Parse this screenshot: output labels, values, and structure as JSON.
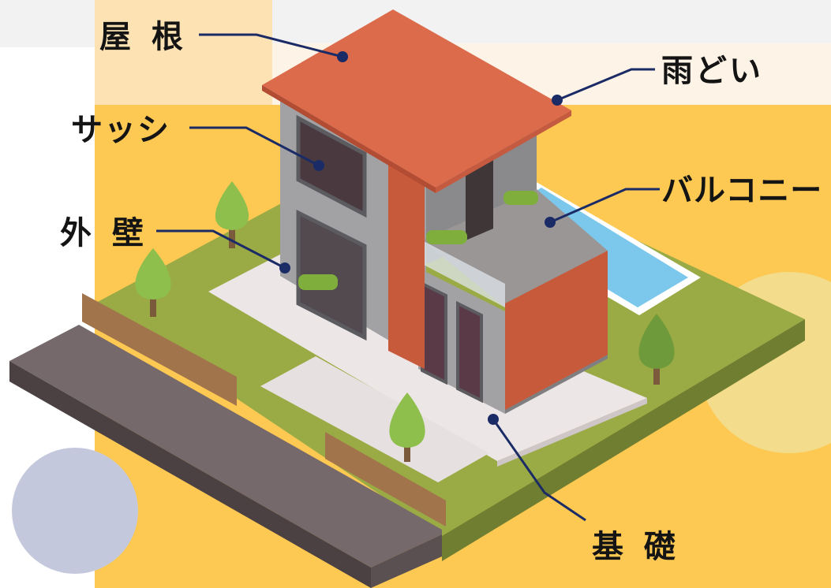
{
  "labels": {
    "roof": "屋 根",
    "gutter": "雨どい",
    "sash": "サッシ",
    "balcony": "バルコニー",
    "outer_wall": "外 壁",
    "foundation": "基 礎"
  },
  "colors": {
    "background_yellow": "#fdc952",
    "background_cream": "#fdf3e6",
    "background_peach": "#fde2b3",
    "circle_blue": "#c4c8dc",
    "circle_light": "#f3dc8c",
    "lawn": "#9aab45",
    "road": "#76696b",
    "roof": "#dc6b4c",
    "wall": "#a2a2a4",
    "fin_red": "#c85a3c",
    "leader_line": "#1b2b66",
    "pool": "#7cc8ec",
    "tree": "#8ebf4c"
  }
}
